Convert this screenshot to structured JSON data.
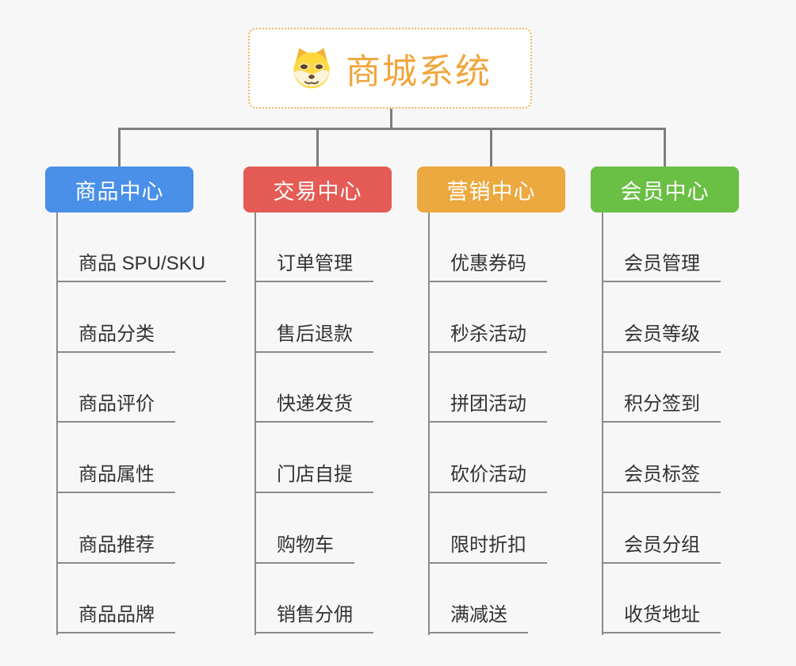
{
  "root": {
    "title": "商城系统",
    "icon": "doge-icon"
  },
  "colors": {
    "background": "#f7f7f7",
    "root_text": "#f0a63c",
    "root_border": "#f0b45d",
    "connector": "#7e7e7e",
    "underline": "#8b8b8b",
    "item_text": "#333333",
    "header_text": "#ffffff"
  },
  "branches": [
    {
      "label": "商品中心",
      "color": "#4a90e8",
      "items": [
        "商品 SPU/SKU",
        "商品分类",
        "商品评价",
        "商品属性",
        "商品推荐",
        "商品品牌"
      ]
    },
    {
      "label": "交易中心",
      "color": "#e45c55",
      "items": [
        "订单管理",
        "售后退款",
        "快递发货",
        "门店自提",
        "购物车",
        "销售分佣"
      ]
    },
    {
      "label": "营销中心",
      "color": "#eca93f",
      "items": [
        "优惠券码",
        "秒杀活动",
        "拼团活动",
        "砍价活动",
        "限时折扣",
        "满减送"
      ]
    },
    {
      "label": "会员中心",
      "color": "#6abf45",
      "items": [
        "会员管理",
        "会员等级",
        "积分签到",
        "会员标签",
        "会员分组",
        "收货地址"
      ]
    }
  ]
}
